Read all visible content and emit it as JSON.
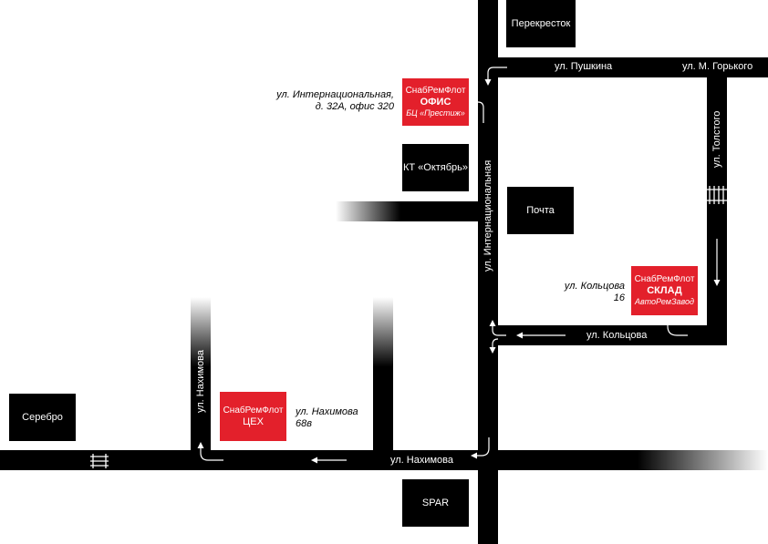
{
  "streets": {
    "pushkina": "ул. Пушкина",
    "gorkogo": "ул. М. Горького",
    "tolstogo": "ул. Толстого",
    "internatsionalnaya": "ул. Интернациональная",
    "koltsova": "ул. Кольцова",
    "nakhimova_h": "ул. Нахимова",
    "nakhimova_v": "ул. Нахимова"
  },
  "pois": {
    "perekrestok": "Перекресток",
    "oktyabr": "КТ «Октябрь»",
    "pochta": "Почта",
    "serebro": "Серебро",
    "spar": "SPAR"
  },
  "locations": {
    "office": {
      "brand": "СнабРемФлот",
      "type": "ОФИС",
      "sub": "БЦ «Престиж»",
      "address_line1": "ул. Интернациональная,",
      "address_line2": "д. 32А, офис 320"
    },
    "warehouse": {
      "brand": "СнабРемФлот",
      "type": "СКЛАД",
      "sub": "АвтоРемЗавод",
      "address_line1": "ул. Кольцова",
      "address_line2": "16"
    },
    "workshop": {
      "brand": "СнабРемФлот",
      "type": "ЦЕХ",
      "address_line1": "ул. Нахимова",
      "address_line2": "68в"
    }
  },
  "colors": {
    "road": "#000000",
    "marker": "#e3202b",
    "background": "#ffffff"
  }
}
